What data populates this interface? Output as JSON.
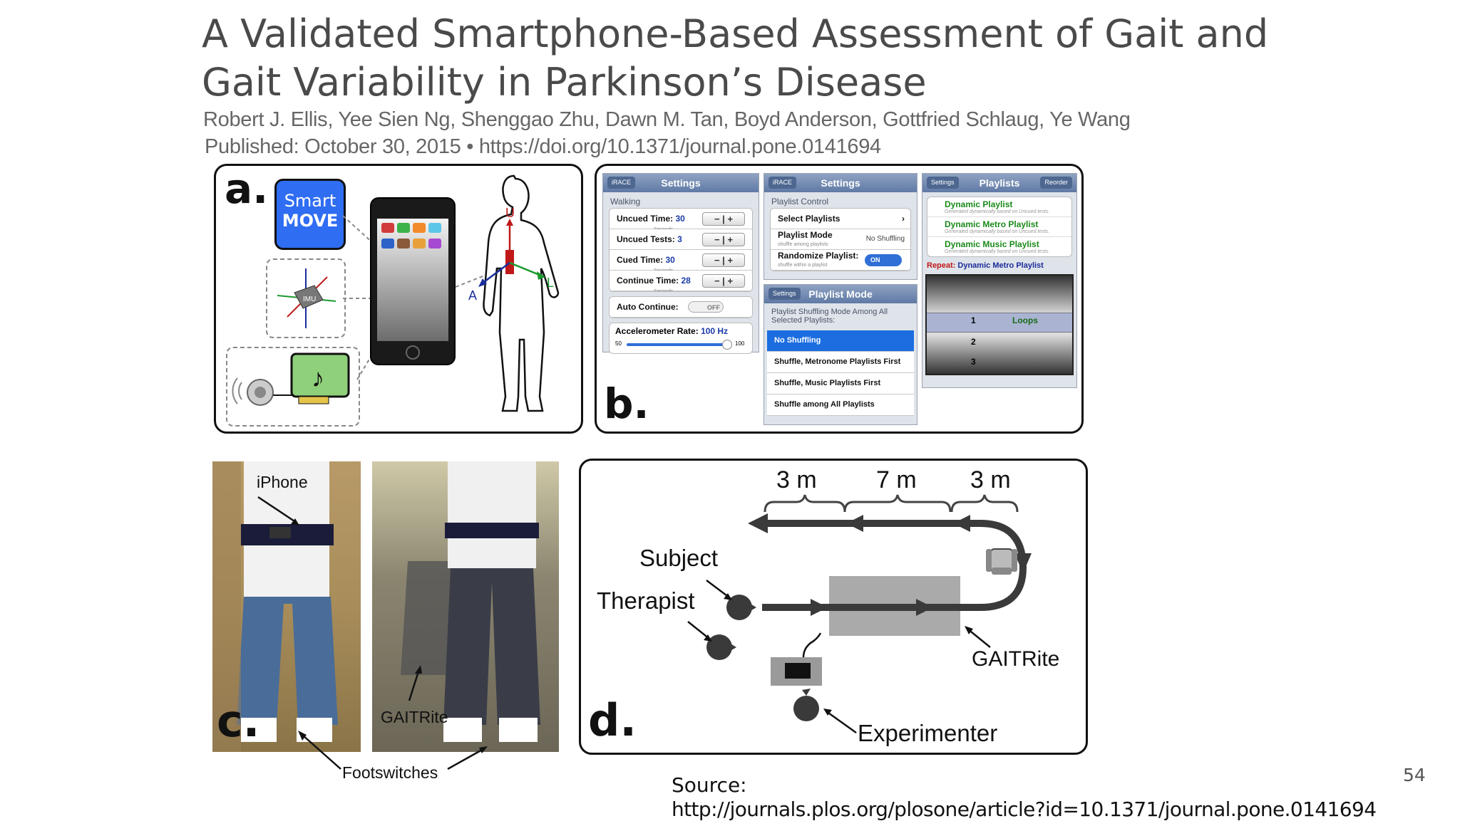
{
  "header": {
    "title": "A Validated Smartphone-Based Assessment of Gait and Gait Variability in Parkinson’s Disease",
    "authors": "Robert J. Ellis,  Yee Sien Ng,  Shenggao Zhu,  Dawn M. Tan,  Boyd Anderson,  Gottfried Schlaug,  Ye Wang",
    "published": "Published: October 30, 2015  •   https://doi.org/10.1371/journal.pone.0141694"
  },
  "panel_a": {
    "letter": "a.",
    "logo_line1": "Smart",
    "logo_line2": "MOVE",
    "imu_label": "IMU",
    "axis_u": "U",
    "axis_a": "A",
    "axis_l": "L"
  },
  "panel_b": {
    "letter": "b.",
    "screen1": {
      "back": "iRACE",
      "title": "Settings",
      "group": "Walking",
      "uncued_time_label": "Uncued Time:",
      "uncued_time_value": "30",
      "uncued_tests_label": "Uncued Tests:",
      "uncued_tests_value": "3",
      "cued_time_label": "Cued Time:",
      "cued_time_value": "30",
      "continue_time_label": "Continue Time:",
      "continue_time_value": "28",
      "seconds": "Seconds",
      "auto_continue_label": "Auto Continue:",
      "auto_continue_value": "OFF",
      "accel_label": "Accelerometer Rate:",
      "accel_value": "100 Hz",
      "slider_min": "50",
      "slider_max": "100",
      "stepper_minus": "−",
      "stepper_plus": "+"
    },
    "screen2": {
      "back": "iRACE",
      "title": "Settings",
      "group": "Playlist Control",
      "select_playlist": "Select Playlists",
      "playlist_mode": "Playlist Mode",
      "playlist_mode_sub": "shuffle among playlists",
      "playlist_mode_value": "No Shuffling",
      "randomize": "Randomize Playlist:",
      "randomize_sub": "shuffle within a playlist",
      "randomize_value": "ON",
      "mode_back": "Settings",
      "mode_title": "Playlist Mode",
      "mode_desc": "Playlist Shuffling Mode Among All Selected Playlists:",
      "options": [
        "No Shuffling",
        "Shuffle, Metronome Playlists First",
        "Shuffle, Music Playlists First",
        "Shuffle among All Playlists"
      ]
    },
    "screen3": {
      "back": "Settings",
      "title": "Playlists",
      "right": "Reorder",
      "playlists": [
        {
          "name": "Dynamic Playlist",
          "sub": "Generated dynamically based on Uncued tests."
        },
        {
          "name": "Dynamic Metro Playlist",
          "sub": "Generated dynamically based on Uncued tests."
        },
        {
          "name": "Dynamic Music Playlist",
          "sub": "Generated dynamically based on Uncued tests."
        }
      ],
      "repeat_label": "Repeat:",
      "repeat_value": "Dynamic Metro Playlist",
      "picker": [
        "1",
        "2",
        "3"
      ],
      "picker_label": "Loops"
    }
  },
  "panel_c": {
    "letter": "c.",
    "label_iphone": "iPhone",
    "label_gaitrite": "GAITRite",
    "label_footswitches": "Footswitches"
  },
  "panel_d": {
    "letter": "d.",
    "dist1": "3 m",
    "dist2": "7 m",
    "dist3": "3 m",
    "subject": "Subject",
    "therapist": "Therapist",
    "gaitrite": "GAITRite",
    "experimenter": "Experimenter"
  },
  "footer": {
    "source_label": "Source:",
    "source_url": "http://journals.plos.org/plosone/article?id=10.1371/journal.pone.0141694",
    "page_number": "54"
  }
}
